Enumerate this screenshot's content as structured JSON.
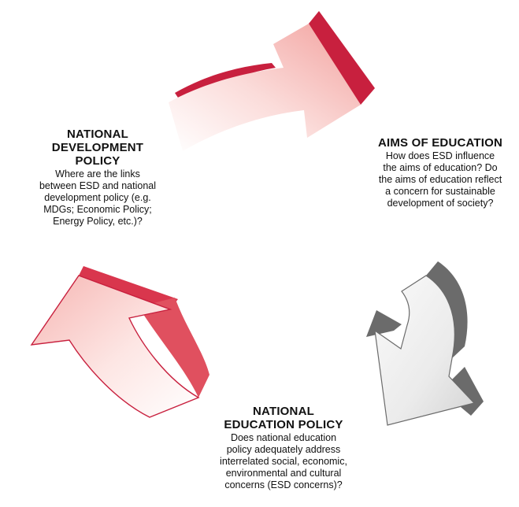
{
  "diagram": {
    "colors": {
      "red_dark": "#c8203e",
      "red_mid": "#e0505f",
      "pink_light": "#f4a8a5",
      "gray_dark": "#6b6b6b",
      "gray_light": "#f2f2f2"
    },
    "nodes": {
      "national_development_policy": {
        "title_line1": "NATIONAL",
        "title_line2": "DEVELOPMENT",
        "title_line3": "POLICY",
        "body_line1": "Where are the links",
        "body_line2": "between ESD and national",
        "body_line3": "development policy (e.g.",
        "body_line4": "MDGs; Economic Policy;",
        "body_line5": "Energy Policy, etc.)?"
      },
      "aims_of_education": {
        "title": "AIMS OF EDUCATION",
        "body_line1": "How does ESD influence",
        "body_line2": "the aims of education? Do",
        "body_line3": "the aims of education reflect",
        "body_line4": "a concern for sustainable",
        "body_line5": "development of society?"
      },
      "national_education_policy": {
        "title_line1": "NATIONAL",
        "title_line2": "EDUCATION POLICY",
        "body_line1": "Does national education",
        "body_line2": "policy adequately address",
        "body_line3": "interrelated social, economic,",
        "body_line4": "environmental and cultural",
        "body_line5": "concerns (ESD concerns)?"
      }
    },
    "arrows": [
      {
        "from": "national_development_policy",
        "to": "aims_of_education",
        "color": "red"
      },
      {
        "from": "aims_of_education",
        "to": "national_education_policy",
        "color": "gray"
      },
      {
        "from": "national_education_policy",
        "to": "national_development_policy",
        "color": "red"
      }
    ]
  }
}
